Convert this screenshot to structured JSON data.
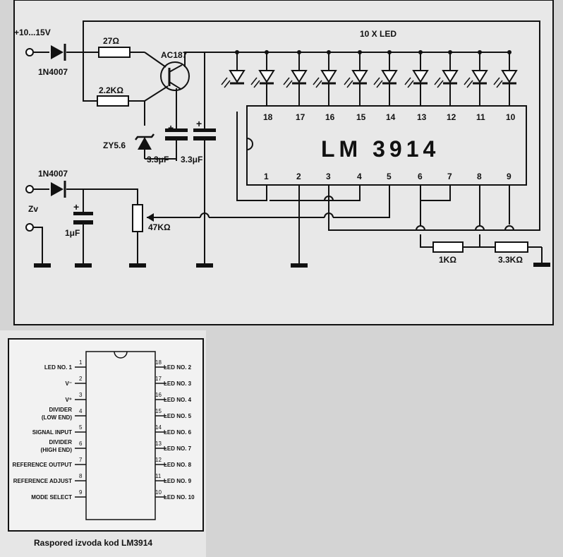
{
  "schematic": {
    "supply_label": "+10...15V",
    "diode_top_label": "1N4007",
    "diode_bottom_label": "1N4007",
    "input_label": "Zv",
    "resistor_27": "27Ω",
    "resistor_2k2": "2.2KΩ",
    "transistor_label": "AC187",
    "zener_label": "ZY5.6",
    "cap1_label": "3.3μF",
    "cap2_label": "3.3μF",
    "cap_in_label": "1μF",
    "pot_label": "47KΩ",
    "resistor_1k": "1KΩ",
    "resistor_3k3": "3.3KΩ",
    "led_label": "10 X LED",
    "chip_label": "LM 3914",
    "chip_top_pins": [
      "18",
      "17",
      "16",
      "15",
      "14",
      "13",
      "12",
      "11",
      "10"
    ],
    "chip_bottom_pins": [
      "1",
      "2",
      "3",
      "4",
      "5",
      "6",
      "7",
      "8",
      "9"
    ],
    "cap_plus": "+"
  },
  "pinout": {
    "left_pins": [
      {
        "num": "1",
        "label": "LED NO. 1",
        "label2": ""
      },
      {
        "num": "2",
        "label": "V⁻",
        "label2": ""
      },
      {
        "num": "3",
        "label": "V⁺",
        "label2": ""
      },
      {
        "num": "4",
        "label": "DIVIDER",
        "label2": "(LOW END)"
      },
      {
        "num": "5",
        "label": "SIGNAL INPUT",
        "label2": ""
      },
      {
        "num": "6",
        "label": "DIVIDER",
        "label2": "(HIGH END)"
      },
      {
        "num": "7",
        "label": "REFERENCE OUTPUT",
        "label2": ""
      },
      {
        "num": "8",
        "label": "REFERENCE ADJUST",
        "label2": ""
      },
      {
        "num": "9",
        "label": "MODE SELECT",
        "label2": ""
      }
    ],
    "right_pins": [
      {
        "num": "18",
        "label": "LED NO. 2"
      },
      {
        "num": "17",
        "label": "LED NO. 3"
      },
      {
        "num": "16",
        "label": "LED NO. 4"
      },
      {
        "num": "15",
        "label": "LED NO. 5"
      },
      {
        "num": "14",
        "label": "LED NO. 6"
      },
      {
        "num": "13",
        "label": "LED NO. 7"
      },
      {
        "num": "12",
        "label": "LED NO. 8"
      },
      {
        "num": "11",
        "label": "LED NO. 9"
      },
      {
        "num": "10",
        "label": "LED NO. 10"
      }
    ],
    "caption": "Raspored izvoda kod LM3914"
  }
}
